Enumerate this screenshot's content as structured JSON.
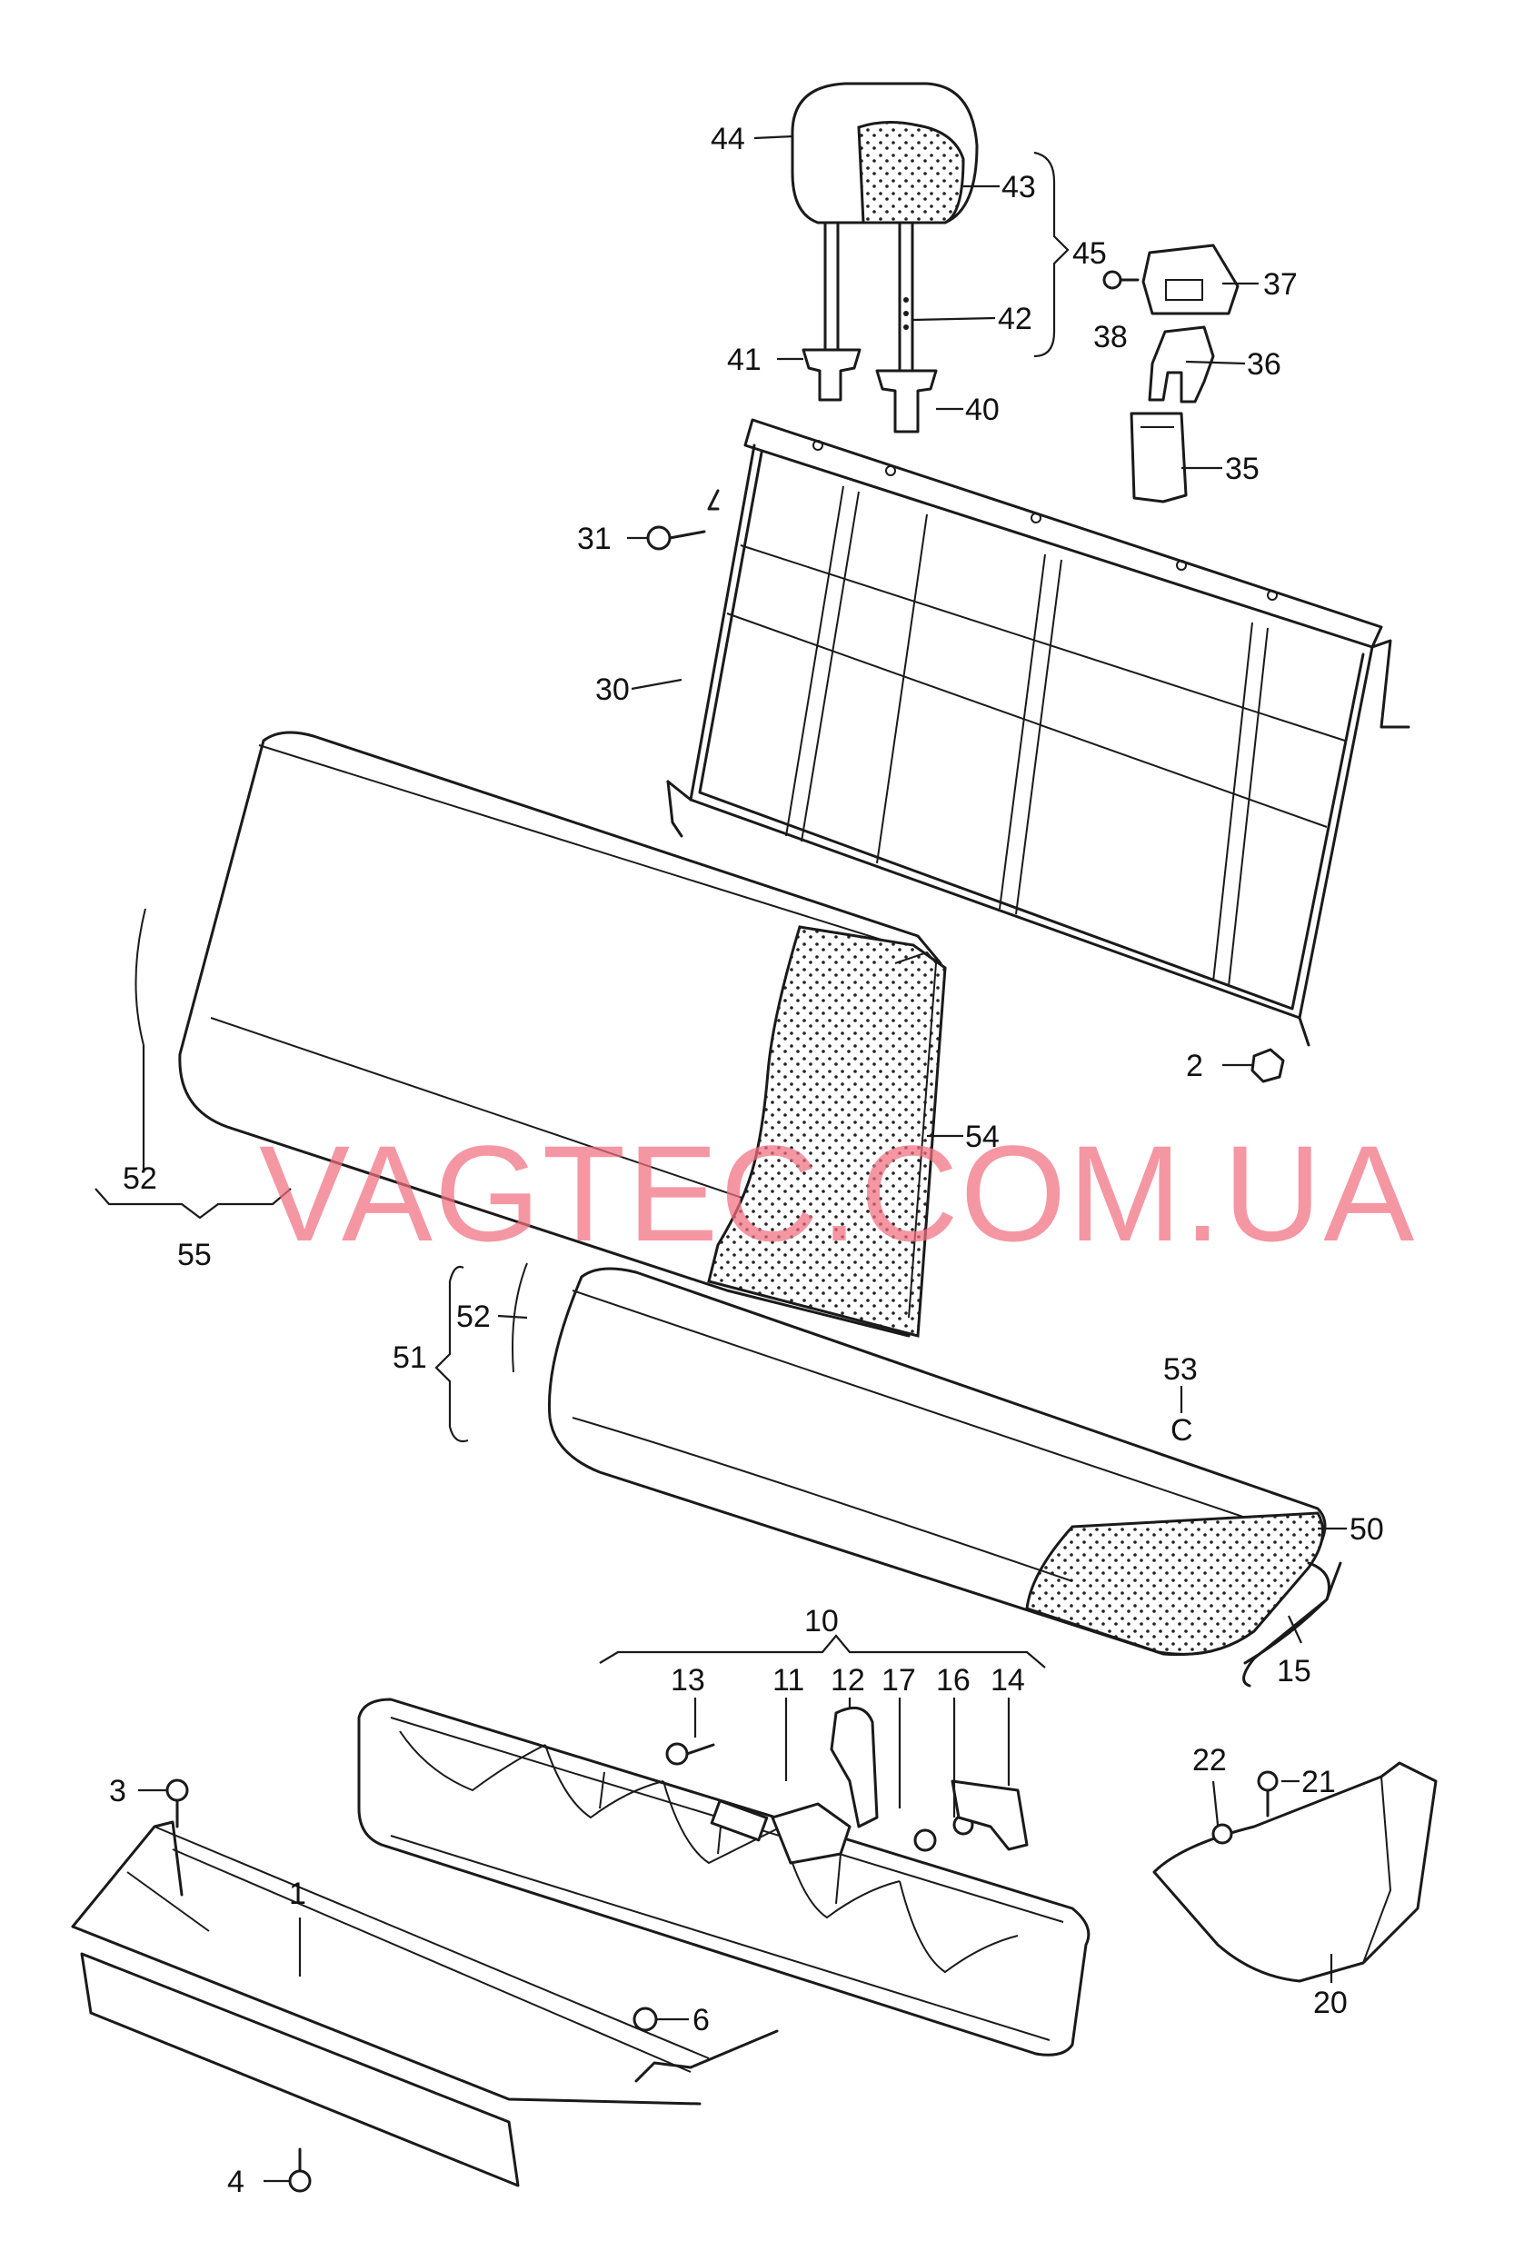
{
  "watermark": "VAGTEC.COM.UA",
  "colors": {
    "watermark": "#f07080",
    "line": "#1a1a1a",
    "background": "#ffffff"
  },
  "callouts": {
    "c1": "1",
    "c2": "2",
    "c3": "3",
    "c4": "4",
    "c6": "6",
    "c10": "10",
    "c11": "11",
    "c12": "12",
    "c13": "13",
    "c14": "14",
    "c15": "15",
    "c16": "16",
    "c17": "17",
    "c20": "20",
    "c21": "21",
    "c22": "22",
    "c30": "30",
    "c31": "31",
    "c35": "35",
    "c36": "36",
    "c37": "37",
    "c38": "38",
    "c40": "40",
    "c41": "41",
    "c42": "42",
    "c43": "43",
    "c44": "44",
    "c45": "45",
    "c50": "50",
    "c51": "51",
    "c52a": "52",
    "c52b": "52",
    "c53": "53",
    "c53sub": "C",
    "c54": "54",
    "c55": "55"
  }
}
